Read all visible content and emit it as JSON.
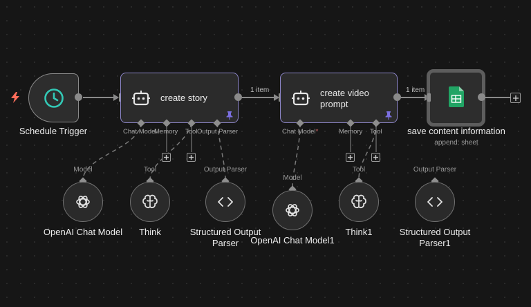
{
  "nodes": {
    "schedule_trigger": {
      "label": "Schedule Trigger"
    },
    "create_story": {
      "title": "create story"
    },
    "create_video_prompt": {
      "title_line1": "create video",
      "title_line2": "prompt"
    },
    "save_content": {
      "label": "save content information",
      "subtitle": "append: sheet"
    }
  },
  "edges": {
    "story_to_video": "1 item",
    "video_to_sheet": "1 item"
  },
  "ports": {
    "chat_model_1": "Chat Model",
    "memory_1": "Memory",
    "tool_1": "Tool",
    "output_parser_1": "Output Parser",
    "chat_model_2": "Chat Model",
    "chat_model_2_required": "*",
    "memory_2": "Memory",
    "tool_2": "Tool"
  },
  "subnodes": {
    "openai_1": {
      "label": "OpenAI Chat Model",
      "port": "Model"
    },
    "think": {
      "label": "Think",
      "port": "Tool"
    },
    "parser_1": {
      "label_line1": "Structured Output",
      "label_line2": "Parser",
      "port": "Output Parser"
    },
    "openai_2": {
      "label": "OpenAI Chat Model1",
      "port": "Model"
    },
    "think1": {
      "label": "Think1",
      "port": "Tool"
    },
    "parser_2": {
      "label_line1": "Structured Output",
      "label_line2": "Parser1",
      "port": "Output Parser"
    }
  },
  "colors": {
    "accent_border": "#8d86c9",
    "pin": "#7b6fe0",
    "trigger_bolt": "#ff6d5a",
    "sheets_green": "#21a464",
    "clock_teal": "#33c9b6"
  },
  "icons": [
    "lightning-icon",
    "clock-icon",
    "robot-icon",
    "pin-icon",
    "google-sheets-icon",
    "plus-icon",
    "openai-icon",
    "brain-icon",
    "code-icon"
  ]
}
